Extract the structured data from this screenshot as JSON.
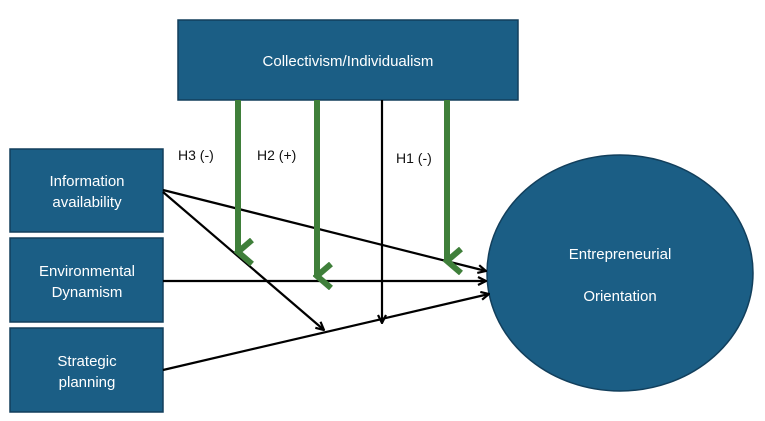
{
  "nodes": {
    "moderator": {
      "label": "Collectivism/Individualism"
    },
    "information": {
      "line1": "Information",
      "line2": "availability"
    },
    "environmental": {
      "line1": "Environmental",
      "line2": "Dynamism"
    },
    "strategic": {
      "line1": "Strategic",
      "line2": "planning"
    },
    "outcome": {
      "line1": "Entrepreneurial",
      "line2": "Orientation"
    }
  },
  "hypotheses": {
    "h1": "H1 (-)",
    "h2": "H2 (+)",
    "h3": "H3 (-)"
  },
  "colors": {
    "node_fill": "#1b5e85",
    "moderation_arrow": "#3f7f3a",
    "path_arrow": "#000000"
  }
}
